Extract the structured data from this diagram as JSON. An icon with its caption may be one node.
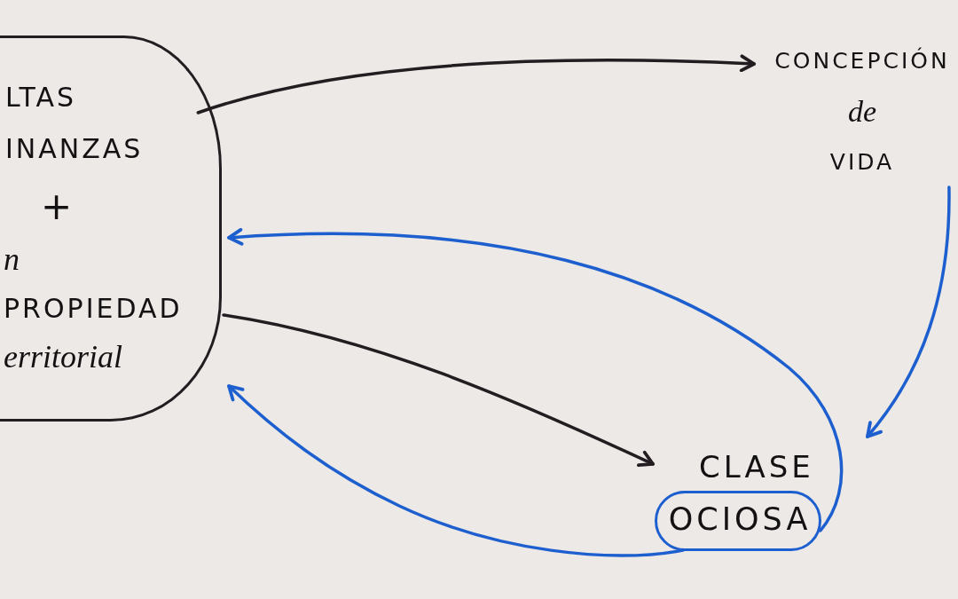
{
  "diagram": {
    "nodes": [
      {
        "text": [
          "LTAS INANZAS",
          "+",
          "*n* PROPIEDAD *erritorial*"
        ]
      },
      {
        "text": [
          "CONCEPCIÓN *de* VIDA"
        ]
      },
      {
        "text": [
          "CLASE",
          "OCIOSA"
        ]
      }
    ],
    "edges": [
      {
        "from": 0,
        "to": 1,
        "arrow": "to",
        "color": "#231c21"
      },
      {
        "from": 1,
        "to": 2,
        "arrow": "to"
      },
      {
        "from": 0,
        "to": 2,
        "arrow": "to",
        "color": "#231c21"
      },
      {
        "from": 2,
        "to": 0,
        "arrow": "to"
      },
      {
        "from": 2,
        "to": 0,
        "arrow": "to"
      }
    ]
  }
}
